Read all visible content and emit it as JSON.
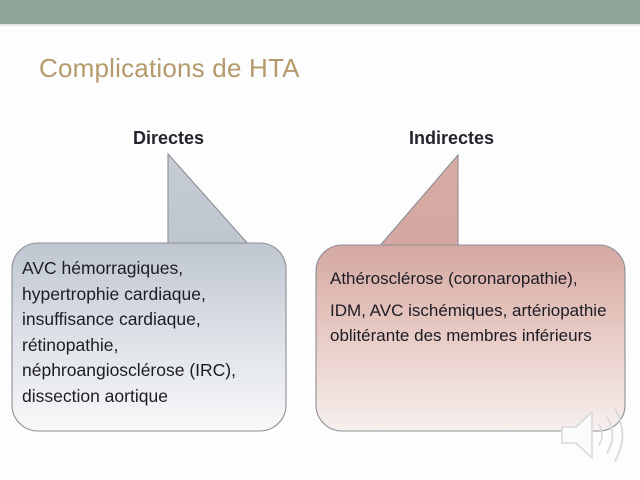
{
  "slide": {
    "title": "Complications de HTA",
    "title_color": "#b59a6b",
    "background_color": "#fdfdfd",
    "top_bar_color": "#8fa398"
  },
  "branches": [
    {
      "caption": "Directes",
      "side": "left",
      "bubble_fill_top": "#c2c8d1",
      "bubble_fill_bottom": "#f6f7f8",
      "paragraphs": [
        "AVC hémorragiques, hypertrophie cardiaque, insuffisance cardiaque, rétinopathie, néphroangiosclérose (IRC), dissection aortique"
      ]
    },
    {
      "caption": "Indirectes",
      "side": "right",
      "bubble_fill_top": "#d6aba4",
      "bubble_fill_bottom": "#f5efed",
      "paragraphs": [
        "Athérosclérose (coronaropathie),",
        "IDM, AVC ischémiques, artériopathie oblitérante des membres inférieurs"
      ]
    }
  ],
  "media": {
    "speaker_icon_label": "speaker-icon",
    "speaker_icon_color": "#dcdcdc"
  }
}
